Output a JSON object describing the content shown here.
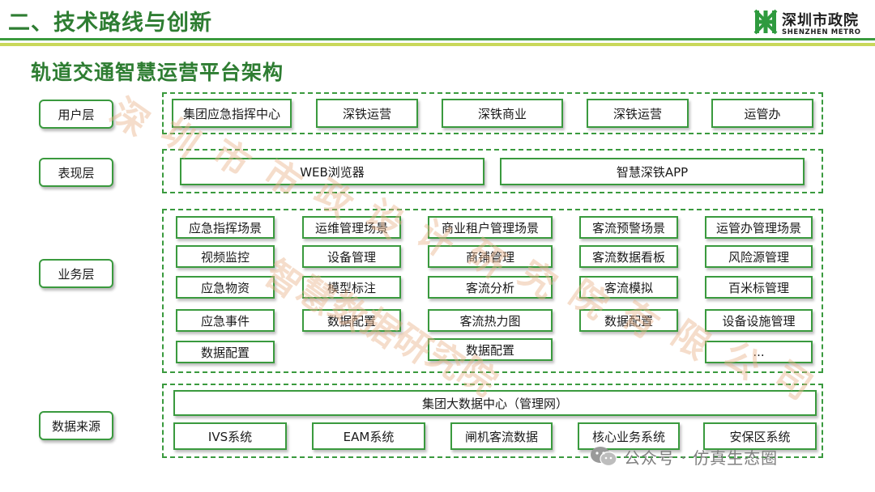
{
  "header": {
    "title": "二、技术路线与创新",
    "logo_cn": "深圳市政院",
    "logo_en": "SHENZHEN METRO"
  },
  "subtitle": "轨道交通智慧运营平台架构",
  "colors": {
    "accent": "#3a9a3e",
    "accent_light": "#c9d85a",
    "title_green": "#2e7d32"
  },
  "layers": {
    "user": {
      "label": "用户层",
      "items": [
        "集团应急指挥中心",
        "深铁运营",
        "深铁商业",
        "深铁运营",
        "运管办"
      ]
    },
    "presentation": {
      "label": "表现层",
      "items": [
        "WEB浏览器",
        "智慧深铁APP"
      ]
    },
    "business": {
      "label": "业务层",
      "columns": [
        [
          "应急指挥场景",
          "视频监控",
          "应急物资",
          "应急事件",
          "数据配置"
        ],
        [
          "运维管理场景",
          "设备管理",
          "模型标注",
          "数据配置"
        ],
        [
          "商业租户管理场景",
          "商铺管理",
          "客流分析",
          "客流热力图",
          "数据配置"
        ],
        [
          "客流预警场景",
          "客流数据看板",
          "客流模拟",
          "数据配置"
        ],
        [
          "运管办管理场景",
          "风险源管理",
          "百米标管理",
          "设备设施管理",
          "..."
        ]
      ]
    },
    "data_source": {
      "label": "数据来源",
      "top": "集团大数据中心（管理网）",
      "items": [
        "IVS系统",
        "EAM系统",
        "闸机客流数据",
        "核心业务系统",
        "安保区系统"
      ]
    }
  },
  "watermark": {
    "line1": "深圳市市政设计研究院有限公司",
    "line2": "智慧数据研究院"
  },
  "wechat": {
    "icon": "wechat-icon",
    "text": "公众号 · 仿真生态圈"
  }
}
